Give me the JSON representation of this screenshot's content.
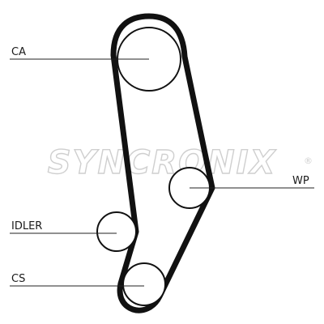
{
  "labels": {
    "ca": "CA",
    "wp": "WP",
    "idler": "IDLER",
    "cs": "CS"
  },
  "watermark": {
    "text": "SYNCRONIX",
    "mark": "®"
  },
  "colors": {
    "belt": "#111111",
    "pulley_stroke": "#111111",
    "leader": "#222222",
    "watermark": "#cfcfcf",
    "background": "#ffffff"
  }
}
